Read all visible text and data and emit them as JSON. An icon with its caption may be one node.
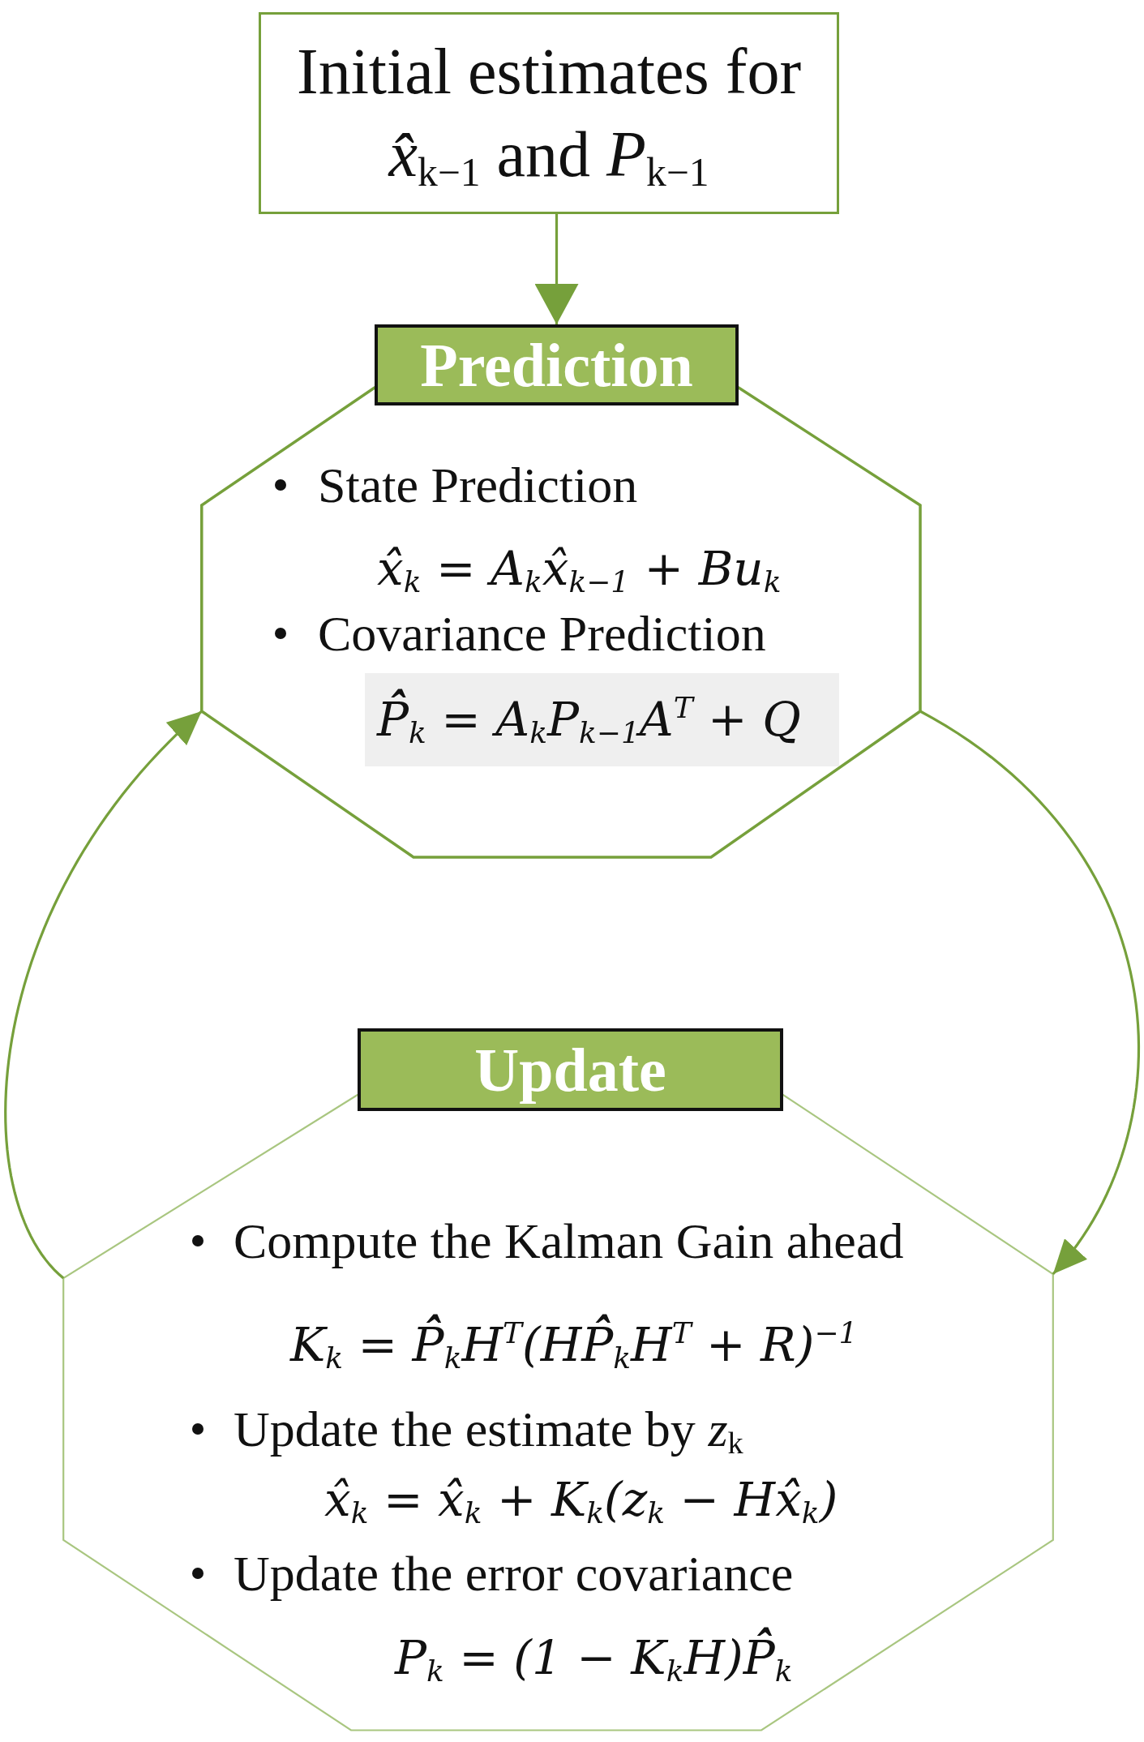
{
  "diagram": {
    "nodes": [
      {
        "text": [
          "Initial estimates for *x̂*$_{k−1}$ and *P*$_{k−1}$"
        ]
      },
      {
        "text": [
          "Prediction"
        ]
      },
      {
        "text": [
          "State Prediction",
          "x̂̂$_{k}$ = A$_{k}$x̂$_{k−1}$ + Bu$_{k}$",
          "Covariance Prediction",
          "P̂̂$_{k}$ = A$_{k}$P$_{k−1}$A$^{T}$ + Q"
        ]
      },
      {
        "text": [
          "Update"
        ]
      },
      {
        "text": [
          "Compute the Kalman Gain ahead",
          "K$_{k}$ = P̂̂$_{k}$H$^{T}$(HP̂̂$_{k}$H$^{T}$ + R)$^{−1}$",
          "Update the estimate by *z*$_{k}$",
          "x̂$_{k}$ = x̂̂$_{k}$ + K$_{k}$(z$_{k}$ − Hx̂̂$_{k}$)",
          "Update the error covariance",
          "P$_{k}$ = (1 − K$_{k}$H)P̂̂$_{k}$"
        ]
      }
    ],
    "edges": [
      {
        "from": 0,
        "to": 1,
        "arrow": "to"
      },
      {
        "from": 2,
        "to": 4,
        "arrow": "to"
      },
      {
        "from": 4,
        "to": 2,
        "arrow": "to"
      }
    ]
  }
}
